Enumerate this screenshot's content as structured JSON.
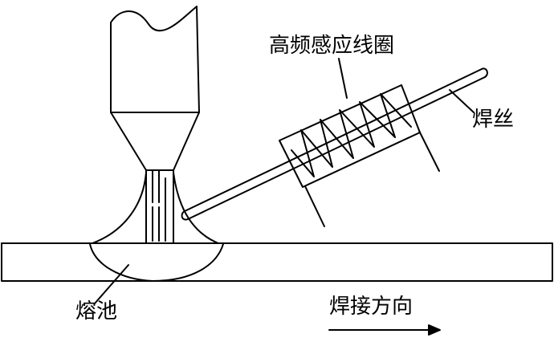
{
  "labels": {
    "coil": "高频感应线圈",
    "wire": "焊丝",
    "pool": "熔池",
    "direction": "焊接方向"
  },
  "colors": {
    "line": "#000000",
    "background": "#ffffff"
  }
}
